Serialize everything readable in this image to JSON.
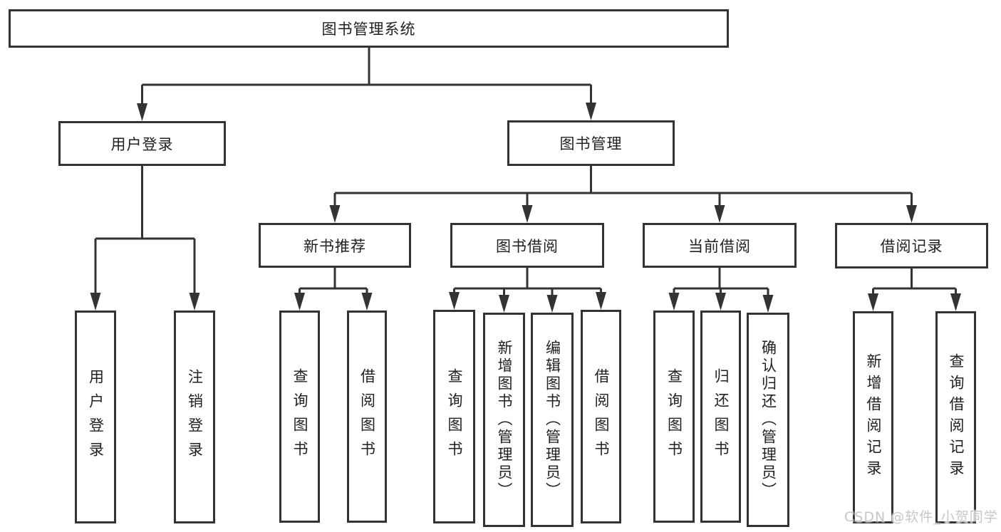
{
  "watermark": "CSDN @软件_小贺同学",
  "colors": {
    "line": "#333333",
    "box_border": "#333333",
    "text": "#212121",
    "background": "#ffffff",
    "watermark": "#c7c7c7"
  },
  "tree": {
    "root": {
      "label": "图书管理系统"
    },
    "level2": {
      "user_login": {
        "label": "用户登录"
      },
      "book_management": {
        "label": "图书管理"
      }
    },
    "level3": {
      "new_book_recommend": {
        "label": "新书推荐"
      },
      "book_borrowing": {
        "label": "图书借阅"
      },
      "current_borrowing": {
        "label": "当前借阅"
      },
      "borrow_records": {
        "label": "借阅记录"
      }
    },
    "leaves": {
      "user_login": {
        "label": "用户登录"
      },
      "logout": {
        "label": "注销登录"
      },
      "recommend_query_books": {
        "label": "查询图书"
      },
      "recommend_borrow_books": {
        "label": "借阅图书"
      },
      "borrowing_query_books": {
        "label": "查询图书"
      },
      "borrowing_add_books_admin": {
        "label": "新增图书（管理员）"
      },
      "borrowing_edit_books_admin": {
        "label": "编辑图书（管理员）"
      },
      "borrowing_borrow_books": {
        "label": "借阅图书"
      },
      "current_query_books": {
        "label": "查询图书"
      },
      "current_return_books": {
        "label": "归还图书"
      },
      "current_confirm_return_admin": {
        "label": "确认归还（管理员）"
      },
      "records_add_record": {
        "label": "新增借阅记录"
      },
      "records_query_record": {
        "label": "查询借阅记录"
      }
    }
  }
}
